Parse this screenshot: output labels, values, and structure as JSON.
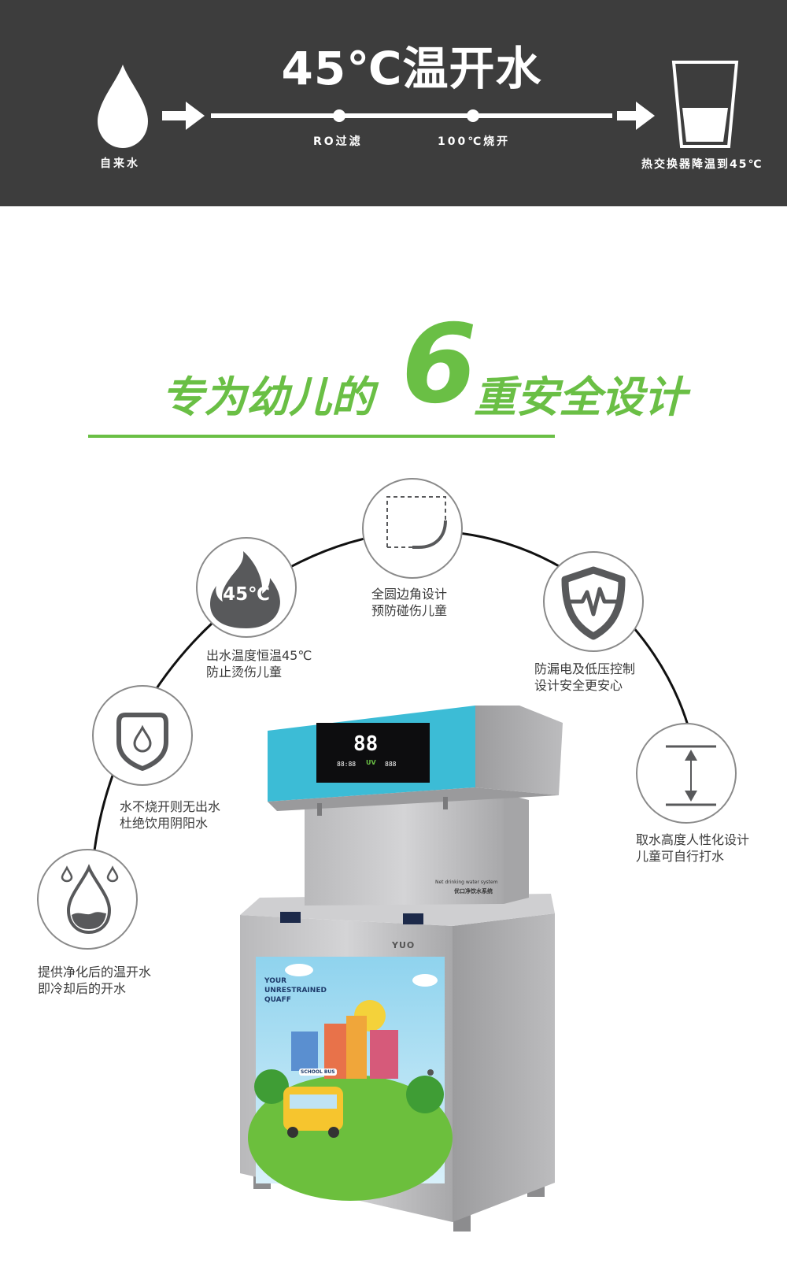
{
  "banner": {
    "title": "45℃温开水",
    "source_label": "自来水",
    "step1_label": "RO过滤",
    "step2_label": "100℃烧开",
    "end_label": "热交换器降温到45℃"
  },
  "heading": {
    "left_text": "专为幼儿的",
    "number": "6",
    "right_text": "重安全设计"
  },
  "features": [
    {
      "icon": "flame-icon",
      "icon_text": "45℃",
      "line1": "出水温度恒温45℃",
      "line2": "防止烫伤儿童"
    },
    {
      "icon": "rounded-corner-icon",
      "line1": "全圆边角设计",
      "line2": "预防碰伤儿童"
    },
    {
      "icon": "shield-pulse-icon",
      "line1": "防漏电及低压控制",
      "line2": "设计安全更安心"
    },
    {
      "icon": "shield-drop-icon",
      "line1": "水不烧开则无出水",
      "line2": "杜绝饮用阴阳水"
    },
    {
      "icon": "height-arrow-icon",
      "line1": "取水高度人性化设计",
      "line2": "儿童可自行打水"
    },
    {
      "icon": "water-drop-icon",
      "line1": "提供净化后的温开水",
      "line2": "即冷却后的开水"
    }
  ],
  "product": {
    "display_temp": "88",
    "display_small_left": "88:88",
    "display_small_right": "888",
    "uv_badge": "UV",
    "panel_text_en": "Net drinking water system",
    "panel_text_cn": "优口净饮水系统",
    "brand": "YUO",
    "poster_line1": "YOUR",
    "poster_line2": "UNRESTRAINED",
    "poster_line3": "QUAFF",
    "bus_sign": "SCHOOL BUS"
  },
  "colors": {
    "banner_bg": "#3d3d3d",
    "accent_green": "#6abf45",
    "panel_cyan": "#3cbcd6",
    "icon_gray": "#58595b"
  }
}
